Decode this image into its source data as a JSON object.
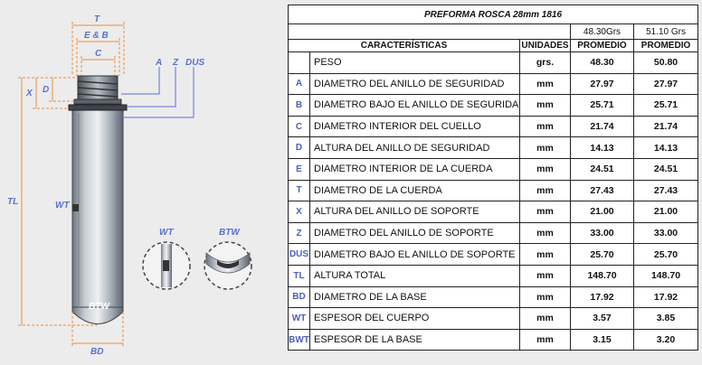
{
  "diagram": {
    "labels": {
      "T": "T",
      "E_B": "E & B",
      "C": "C",
      "A": "A",
      "Z": "Z",
      "DUS": "DUS",
      "X": "X",
      "D": "D",
      "TL": "TL",
      "WT": "WT",
      "BTW": "BTW",
      "BD": "BD",
      "detail_wt": "WT",
      "detail_btw": "BTW"
    },
    "colors": {
      "accent": "#f08c3a",
      "blue": "#5a6fd0",
      "bottle": "#9aa3ad"
    }
  },
  "table": {
    "title": "PREFORMA ROSCA 28mm 1816",
    "col_characteristics": "CARACTERÍSTICAS",
    "col_units": "UNIDADES",
    "col_weight1": "48.30Grs",
    "col_weight2": "51.10 Grs",
    "col_avg1": "PROMEDIO",
    "col_avg2": "PROMEDIO",
    "rows": [
      {
        "code": "",
        "desc": "PESO",
        "unit": "grs.",
        "v1": "48.30",
        "v2": "50.80"
      },
      {
        "code": "A",
        "desc": "DIAMETRO DEL ANILLO DE SEGURIDAD",
        "unit": "mm",
        "v1": "27.97",
        "v2": "27.97"
      },
      {
        "code": "B",
        "desc": "DIAMETRO BAJO EL ANILLO DE SEGURIDAD",
        "unit": "mm",
        "v1": "25.71",
        "v2": "25.71"
      },
      {
        "code": "C",
        "desc": "DIAMETRO INTERIOR DEL CUELLO",
        "unit": "mm",
        "v1": "21.74",
        "v2": "21.74"
      },
      {
        "code": "D",
        "desc": "ALTURA DEL ANILLO DE SEGURIDAD",
        "unit": "mm",
        "v1": "14.13",
        "v2": "14.13"
      },
      {
        "code": "E",
        "desc": "DIAMETRO INTERIOR DE LA CUERDA",
        "unit": "mm",
        "v1": "24.51",
        "v2": "24.51"
      },
      {
        "code": "T",
        "desc": "DIAMETRO DE LA CUERDA",
        "unit": "mm",
        "v1": "27.43",
        "v2": "27.43"
      },
      {
        "code": "X",
        "desc": "ALTURA DEL ANILLO DE SOPORTE",
        "unit": "mm",
        "v1": "21.00",
        "v2": "21.00"
      },
      {
        "code": "Z",
        "desc": "DIAMETRO DEL ANILLO DE SOPORTE",
        "unit": "mm",
        "v1": "33.00",
        "v2": "33.00"
      },
      {
        "code": "DUS",
        "desc": "DIAMETRO BAJO EL ANILLO DE SOPORTE",
        "unit": "mm",
        "v1": "25.70",
        "v2": "25.70"
      },
      {
        "code": "TL",
        "desc": "ALTURA TOTAL",
        "unit": "mm",
        "v1": "148.70",
        "v2": "148.70"
      },
      {
        "code": "BD",
        "desc": "DIAMETRO DE LA BASE",
        "unit": "mm",
        "v1": "17.92",
        "v2": "17.92"
      },
      {
        "code": "WT",
        "desc": "ESPESOR DEL CUERPO",
        "unit": "mm",
        "v1": "3.57",
        "v2": "3.85"
      },
      {
        "code": "BWT",
        "desc": "ESPESOR DE LA BASE",
        "unit": "mm",
        "v1": "3.15",
        "v2": "3.20"
      }
    ]
  }
}
